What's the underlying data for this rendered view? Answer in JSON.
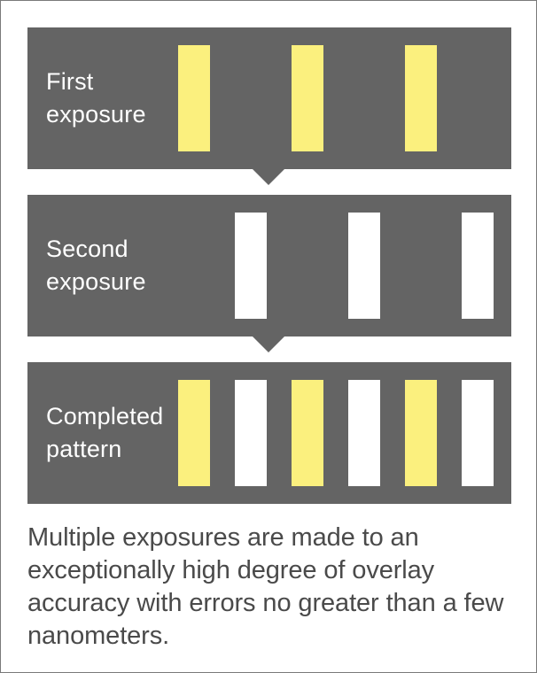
{
  "panels": [
    {
      "label": "First\nexposure",
      "bars": [
        {
          "color": "#fbf07e"
        },
        {
          "color": "#fbf07e"
        },
        {
          "color": "#fbf07e"
        }
      ]
    },
    {
      "label": "Second\nexposure",
      "bars": [
        {
          "color": "#ffffff"
        },
        {
          "color": "#ffffff"
        },
        {
          "color": "#ffffff"
        }
      ]
    },
    {
      "label": "Completed\npattern",
      "bars": [
        {
          "color": "#fbf07e"
        },
        {
          "color": "#ffffff"
        },
        {
          "color": "#fbf07e"
        },
        {
          "color": "#ffffff"
        },
        {
          "color": "#fbf07e"
        },
        {
          "color": "#ffffff"
        }
      ]
    }
  ],
  "caption": "Multiple exposures are made to an exceptionally high degree of overlay accuracy with errors no greater than a few nanometers.",
  "colors": {
    "panel": "#646464",
    "first_exposure": "#fbf07e",
    "second_exposure": "#ffffff",
    "caption_text": "#4a4a4a"
  }
}
